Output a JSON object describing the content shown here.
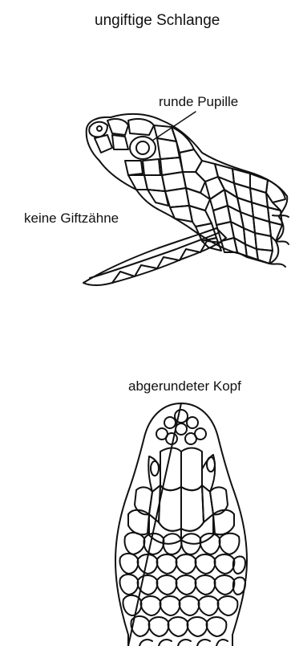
{
  "title": "ungiftige Schlange",
  "labels": {
    "pupil": "runde Pupille",
    "fangs": "keine Giftzähne",
    "head": "abgerundeter Kopf"
  },
  "colors": {
    "ink": "#111111",
    "background": "#ffffff"
  }
}
